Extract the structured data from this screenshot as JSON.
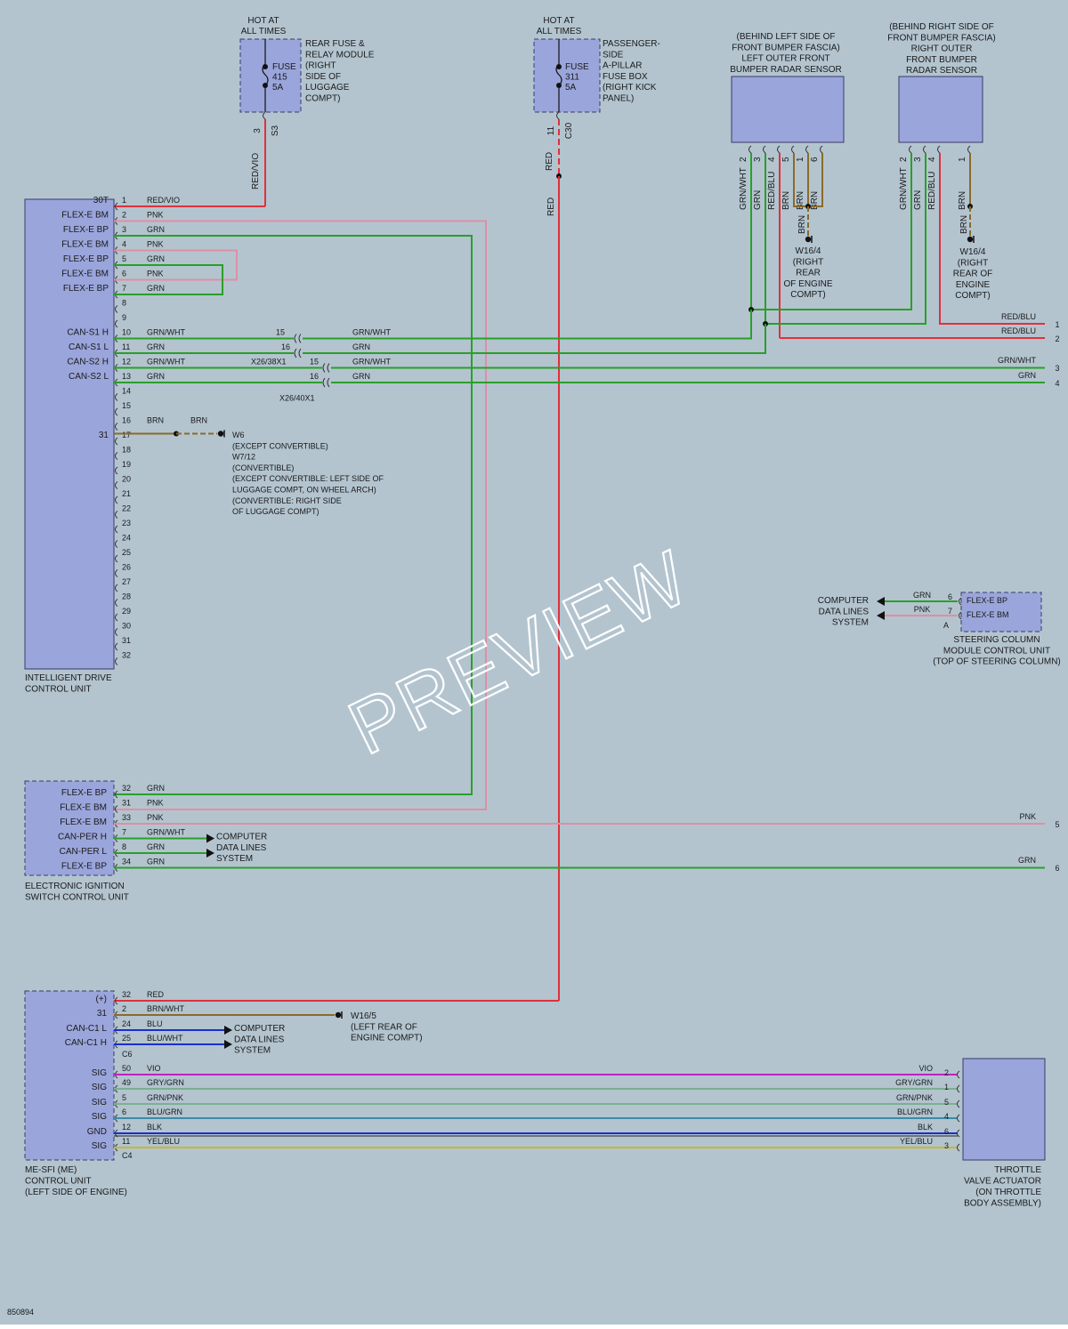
{
  "colors": {
    "bg": "#b3c4cf",
    "box": "#9aa5db",
    "red": "#e0303c",
    "green": "#28a028",
    "pink": "#e08ea4",
    "blue": "#1a2ed0",
    "brown": "#8b6a28",
    "violet": "#c020c0",
    "yellow": "#c8b828",
    "gray": "#6a6a6a",
    "black": "#222222"
  },
  "diagram_id": "850894",
  "watermark": "PREVIEW",
  "fuse1": {
    "top": [
      "HOT AT",
      "ALL TIMES"
    ],
    "fuse": [
      "FUSE",
      "415",
      "5A"
    ],
    "desc": [
      "REAR FUSE &",
      "RELAY MODULE",
      "(RIGHT",
      "SIDE OF",
      "LUGGAGE",
      "COMPT)"
    ],
    "pin": "3",
    "conn": "S3",
    "wire": "RED/VIO"
  },
  "fuse2": {
    "top": [
      "HOT AT",
      "ALL TIMES"
    ],
    "fuse": [
      "FUSE",
      "311",
      "5A"
    ],
    "desc": [
      "PASSENGER-",
      "SIDE",
      "A-PILLAR",
      "FUSE BOX",
      "(RIGHT KICK",
      "PANEL)"
    ],
    "pin": "11",
    "conn": "C30",
    "wire1": "RED",
    "wire2": "RED"
  },
  "radar_left": {
    "title": [
      "(BEHIND LEFT SIDE OF",
      "FRONT BUMPER FASCIA)",
      "LEFT OUTER FRONT",
      "BUMPER RADAR SENSOR"
    ],
    "wires": [
      {
        "pin": "2",
        "label": "GRN/WHT"
      },
      {
        "pin": "3",
        "label": "GRN"
      },
      {
        "pin": "4",
        "label": "RED/BLU"
      },
      {
        "pin": "5",
        "label": "BRN"
      },
      {
        "pin": "1",
        "label": "BRN"
      },
      {
        "pin": "6",
        "label": "BRN"
      }
    ],
    "ground_wire": "BRN",
    "ground": [
      "W16/4",
      "(RIGHT",
      "REAR",
      "OF ENGINE",
      "COMPT)"
    ]
  },
  "radar_right": {
    "title": [
      "(BEHIND RIGHT SIDE OF",
      "FRONT BUMPER FASCIA)",
      "RIGHT OUTER",
      "FRONT BUMPER",
      "RADAR SENSOR"
    ],
    "wires": [
      {
        "pin": "2",
        "label": "GRN/WHT"
      },
      {
        "pin": "3",
        "label": "GRN"
      },
      {
        "pin": "4",
        "label": "RED/BLU"
      },
      {
        "pin": "1",
        "label": "BRN"
      }
    ],
    "ground_wire": "BRN",
    "ground": [
      "W16/4",
      "(RIGHT",
      "REAR OF",
      "ENGINE",
      "COMPT)"
    ]
  },
  "idcu": {
    "name": [
      "INTELLIGENT DRIVE",
      "CONTROL UNIT"
    ],
    "pins": [
      "30T",
      "FLEX-E BM",
      "FLEX-E BP",
      "FLEX-E BM",
      "FLEX-E BP",
      "FLEX-E BM",
      "FLEX-E BP",
      "",
      "",
      "CAN-S1 H",
      "CAN-S1 L",
      "CAN-S2 H",
      "CAN-S2 L",
      "",
      "",
      "31"
    ],
    "wires": [
      {
        "n": "1",
        "c": "RED/VIO"
      },
      {
        "n": "2",
        "c": "PNK"
      },
      {
        "n": "3",
        "c": "GRN"
      },
      {
        "n": "4",
        "c": "PNK"
      },
      {
        "n": "5",
        "c": "GRN"
      },
      {
        "n": "6",
        "c": "PNK"
      },
      {
        "n": "7",
        "c": "GRN"
      },
      {
        "n": "8",
        "c": ""
      },
      {
        "n": "9",
        "c": ""
      },
      {
        "n": "10",
        "c": "GRN/WHT"
      },
      {
        "n": "11",
        "c": "GRN"
      },
      {
        "n": "12",
        "c": "GRN/WHT"
      },
      {
        "n": "13",
        "c": "GRN"
      },
      {
        "n": "14",
        "c": ""
      },
      {
        "n": "15",
        "c": ""
      },
      {
        "n": "16",
        "c": "BRN"
      },
      {
        "n": "17",
        "c": ""
      },
      {
        "n": "18",
        "c": ""
      },
      {
        "n": "19",
        "c": ""
      },
      {
        "n": "20",
        "c": ""
      },
      {
        "n": "21",
        "c": ""
      },
      {
        "n": "22",
        "c": ""
      },
      {
        "n": "23",
        "c": ""
      },
      {
        "n": "24",
        "c": ""
      },
      {
        "n": "25",
        "c": ""
      },
      {
        "n": "26",
        "c": ""
      },
      {
        "n": "27",
        "c": ""
      },
      {
        "n": "28",
        "c": ""
      },
      {
        "n": "29",
        "c": ""
      },
      {
        "n": "30",
        "c": ""
      },
      {
        "n": "31",
        "c": ""
      },
      {
        "n": "32",
        "c": ""
      }
    ]
  },
  "x26": {
    "c1": "X26/38X1",
    "c2": "X26/40X1",
    "p15": "15",
    "p16": "16",
    "w10": "GRN/WHT",
    "w11": "GRN",
    "w12": "GRN/WHT",
    "w13": "GRN"
  },
  "gnd31": {
    "wire": "BRN",
    "lines": [
      "W6",
      "(EXCEPT CONVERTIBLE)",
      "W7/12",
      "(CONVERTIBLE)",
      "(EXCEPT CONVERTIBLE: LEFT SIDE OF",
      "LUGGAGE COMPT, ON WHEEL ARCH)",
      "(CONVERTIBLE: RIGHT SIDE",
      "OF LUGGAGE COMPT)"
    ]
  },
  "offpage": [
    {
      "n": "1",
      "c": "RED/BLU"
    },
    {
      "n": "2",
      "c": "RED/BLU"
    },
    {
      "n": "3",
      "c": "GRN/WHT"
    },
    {
      "n": "4",
      "c": "GRN"
    },
    {
      "n": "5",
      "c": "PNK"
    },
    {
      "n": "6",
      "c": "GRN"
    }
  ],
  "steering": {
    "pins": [
      "FLEX-E BP",
      "FLEX-E BM"
    ],
    "wires": [
      {
        "n": "6",
        "c": "GRN"
      },
      {
        "n": "7",
        "c": "PNK"
      }
    ],
    "conn": "A",
    "dest": [
      "COMPUTER",
      "DATA LINES",
      "SYSTEM"
    ],
    "name": [
      "STEERING COLUMN",
      "MODULE CONTROL UNIT",
      "(TOP OF STEERING COLUMN)"
    ]
  },
  "eis": {
    "name": [
      "ELECTRONIC IGNITION",
      "SWITCH CONTROL UNIT"
    ],
    "pins": [
      "FLEX-E BP",
      "FLEX-E BM",
      "FLEX-E BM",
      "CAN-PER H",
      "CAN-PER L",
      "FLEX-E BP"
    ],
    "wires": [
      {
        "n": "32",
        "c": "GRN"
      },
      {
        "n": "31",
        "c": "PNK"
      },
      {
        "n": "33",
        "c": "PNK"
      },
      {
        "n": "7",
        "c": "GRN/WHT"
      },
      {
        "n": "8",
        "c": "GRN"
      },
      {
        "n": "34",
        "c": "GRN"
      }
    ],
    "dest": [
      "COMPUTER",
      "DATA LINES",
      "SYSTEM"
    ]
  },
  "me": {
    "name": [
      "ME-SFI (ME)",
      "CONTROL UNIT",
      "(LEFT SIDE OF ENGINE)"
    ],
    "pins": [
      "(+)",
      "31",
      "CAN-C1 L",
      "CAN-C1 H",
      "",
      "SIG",
      "SIG",
      "SIG",
      "SIG",
      "GND",
      "SIG"
    ],
    "top": [
      {
        "n": "32",
        "c": "RED"
      },
      {
        "n": "2",
        "c": "BRN/WHT"
      },
      {
        "n": "24",
        "c": "BLU"
      },
      {
        "n": "25",
        "c": "BLU/WHT"
      }
    ],
    "c6": "C6",
    "c4": "C4",
    "dest": [
      "COMPUTER",
      "DATA LINES",
      "SYSTEM"
    ],
    "gnd": [
      "W16/5",
      "(LEFT REAR OF",
      "ENGINE COMPT)"
    ],
    "sig": [
      {
        "n": "50",
        "c": "VIO",
        "tn": "2"
      },
      {
        "n": "49",
        "c": "GRY/GRN",
        "tn": "1"
      },
      {
        "n": "5",
        "c": "GRN/PNK",
        "tn": "5"
      },
      {
        "n": "6",
        "c": "BLU/GRN",
        "tn": "4"
      },
      {
        "n": "12",
        "c": "BLK",
        "tn": "6"
      },
      {
        "n": "11",
        "c": "YEL/BLU",
        "tn": "3"
      }
    ]
  },
  "throttle": {
    "name": [
      "THROTTLE",
      "VALVE ACTUATOR",
      "(ON THROTTLE",
      "BODY ASSEMBLY)"
    ]
  }
}
